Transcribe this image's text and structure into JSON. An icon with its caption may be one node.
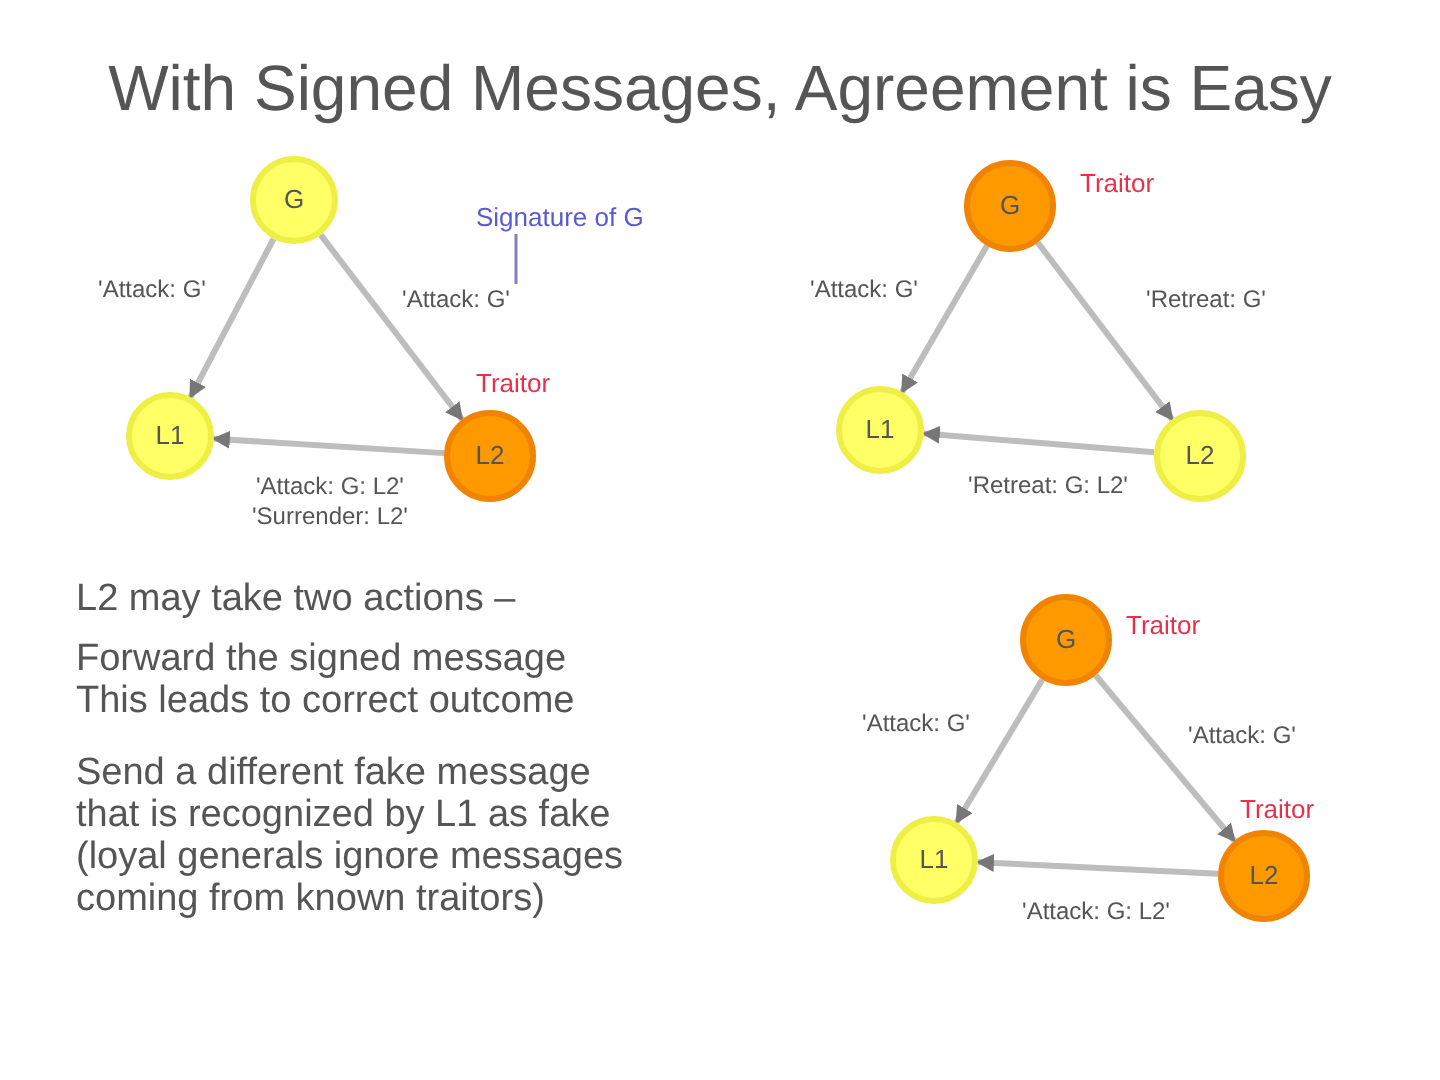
{
  "diagram": {
    "title": "With Signed Messages, Agreement is Easy",
    "nodes": [
      {
        "text": [
          "G"
        ]
      },
      {
        "text": [
          "L1"
        ]
      },
      {
        "text": [
          "L2"
        ],
        "beside": [
          "Traitor"
        ]
      },
      {
        "text": [
          "Signature of G"
        ]
      },
      {
        "text": [
          "G"
        ],
        "beside": [
          "Traitor"
        ]
      },
      {
        "text": [
          "L1"
        ]
      },
      {
        "text": [
          "L2"
        ]
      },
      {
        "text": [
          "G"
        ],
        "beside": [
          "Traitor"
        ]
      },
      {
        "text": [
          "L1"
        ]
      },
      {
        "text": [
          "L2"
        ],
        "beside": [
          "Traitor"
        ]
      }
    ],
    "edges": [
      {
        "from": 0,
        "to": 1,
        "arrow": "to",
        "label": "'Attack: G'"
      },
      {
        "from": 0,
        "to": 2,
        "arrow": "to",
        "label": "'Attack: G'"
      },
      {
        "from": 2,
        "to": 1,
        "arrow": "to",
        "label": "'Attack: G: L2' 'Surrender: L2'"
      },
      {
        "from": 3,
        "to": null,
        "arrow": "none",
        "color": "#8080c8"
      },
      {
        "from": 4,
        "to": 5,
        "arrow": "to",
        "label": "'Attack: G'"
      },
      {
        "from": 4,
        "to": 6,
        "arrow": "to",
        "label": "'Retreat: G'"
      },
      {
        "from": 6,
        "to": 5,
        "arrow": "to",
        "label": "'Retreat: G: L2'"
      },
      {
        "from": 7,
        "to": 8,
        "arrow": "to",
        "label": "'Attack: G'"
      },
      {
        "from": 7,
        "to": 9,
        "arrow": "to",
        "label": "'Attack: G'"
      },
      {
        "from": 9,
        "to": 8,
        "arrow": "to",
        "label": "'Attack: G: L2'"
      }
    ],
    "labels": [
      "L2 may take two actions –",
      "Forward the signed message",
      "This leads to correct outcome",
      "Send a different fake message that is recognized by L1 as fake (loyal generals ignore messages coming from known traitors)"
    ]
  }
}
